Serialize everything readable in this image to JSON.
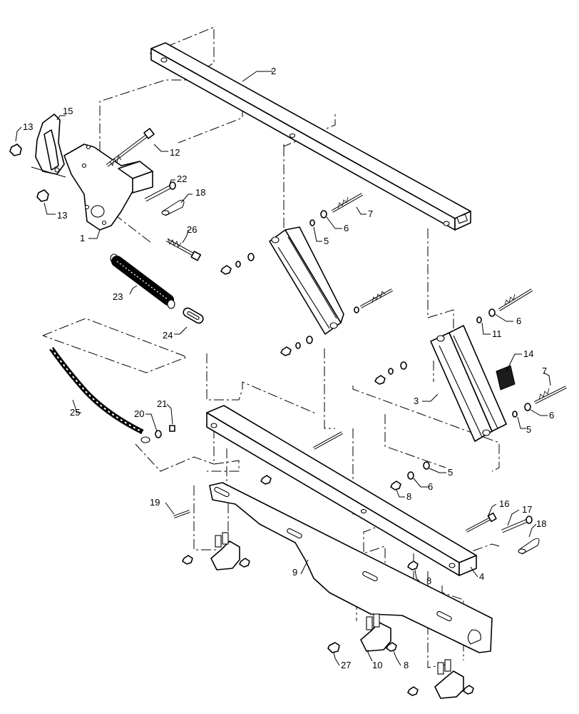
{
  "callouts": [
    {
      "id": "c2",
      "text": "2"
    },
    {
      "id": "c15",
      "text": "15"
    },
    {
      "id": "c13a",
      "text": "13"
    },
    {
      "id": "c13b",
      "text": "13"
    },
    {
      "id": "c12",
      "text": "12"
    },
    {
      "id": "c22",
      "text": "22"
    },
    {
      "id": "c18a",
      "text": "18"
    },
    {
      "id": "c1",
      "text": "1"
    },
    {
      "id": "c26",
      "text": "26"
    },
    {
      "id": "c23",
      "text": "23"
    },
    {
      "id": "c24",
      "text": "24"
    },
    {
      "id": "c5a",
      "text": "5"
    },
    {
      "id": "c6a",
      "text": "6"
    },
    {
      "id": "c7a",
      "text": "7"
    },
    {
      "id": "c11",
      "text": "11"
    },
    {
      "id": "c6b",
      "text": "6"
    },
    {
      "id": "c14",
      "text": "14"
    },
    {
      "id": "c3",
      "text": "3"
    },
    {
      "id": "c7b",
      "text": "7"
    },
    {
      "id": "c5b",
      "text": "5"
    },
    {
      "id": "c6c",
      "text": "6"
    },
    {
      "id": "c25",
      "text": "25"
    },
    {
      "id": "c20",
      "text": "20"
    },
    {
      "id": "c21",
      "text": "21"
    },
    {
      "id": "c5c",
      "text": "5"
    },
    {
      "id": "c6d",
      "text": "6"
    },
    {
      "id": "c8a",
      "text": "8"
    },
    {
      "id": "c19",
      "text": "19"
    },
    {
      "id": "c16",
      "text": "16"
    },
    {
      "id": "c17",
      "text": "17"
    },
    {
      "id": "c18b",
      "text": "18"
    },
    {
      "id": "c9",
      "text": "9"
    },
    {
      "id": "c8b",
      "text": "8"
    },
    {
      "id": "c4",
      "text": "4"
    },
    {
      "id": "c27",
      "text": "27"
    },
    {
      "id": "c10",
      "text": "10"
    },
    {
      "id": "c8c",
      "text": "8"
    }
  ]
}
